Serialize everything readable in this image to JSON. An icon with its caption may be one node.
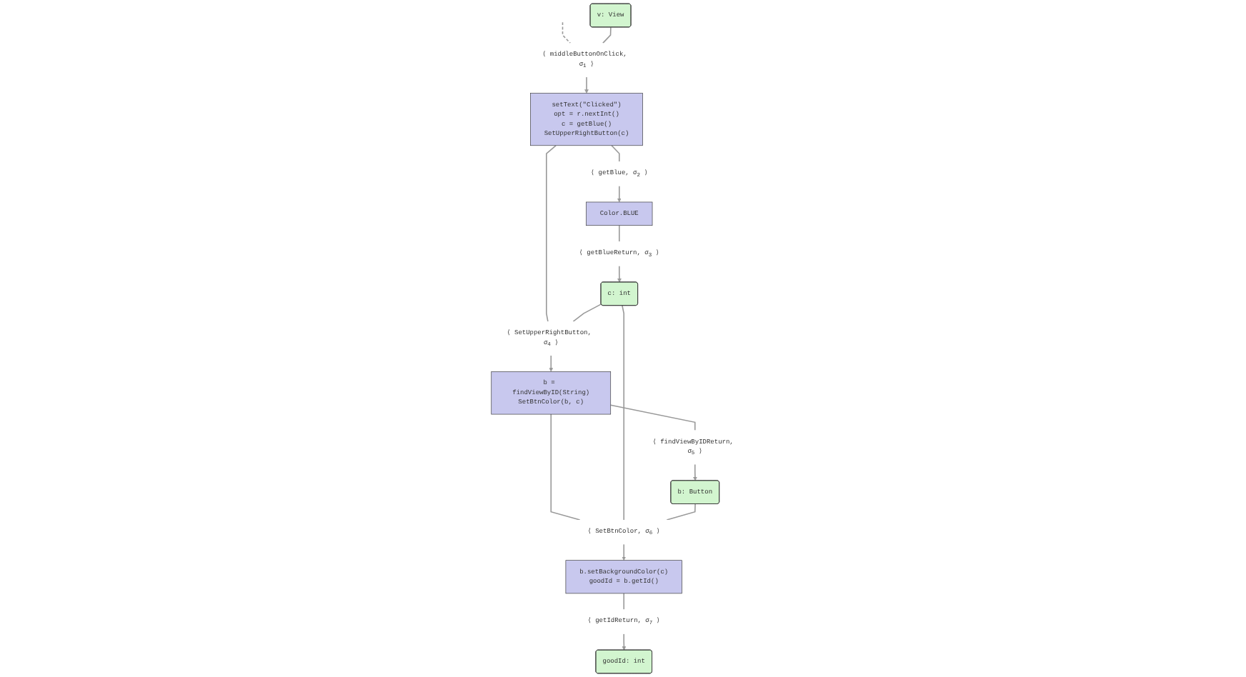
{
  "diagram": {
    "nodes": [
      {
        "text": [
          "v: View"
        ]
      },
      {
        "text": [
          "⟨ middleButtonOnClick, σ$_{1}$ ⟩"
        ]
      },
      {
        "text": [
          "setText(\"Clicked\")",
          "opt = r.nextInt()",
          "c = getBlue()",
          "SetUpperRightButton(c)"
        ]
      },
      {
        "text": [
          "⟨ getBlue, σ$_{2}$ ⟩"
        ]
      },
      {
        "text": [
          "Color.BLUE"
        ]
      },
      {
        "text": [
          "⟨ getBlueReturn, σ$_{3}$ ⟩"
        ]
      },
      {
        "text": [
          "c: int"
        ]
      },
      {
        "text": [
          "⟨ SetUpperRightButton, σ$_{4}$ ⟩"
        ]
      },
      {
        "text": [
          "b = findViewByID(String)",
          "SetBtnColor(b, c)"
        ]
      },
      {
        "text": [
          "⟨ findViewByIDReturn, σ$_{5}$ ⟩"
        ]
      },
      {
        "text": [
          "b: Button"
        ]
      },
      {
        "text": [
          "⟨ SetBtnColor, σ$_{6}$ ⟩"
        ]
      },
      {
        "text": [
          "b.setBackgroundColor(c)",
          "goodId = b.getId()"
        ]
      },
      {
        "text": [
          "⟨ getIdReturn, σ$_{7}$ ⟩"
        ]
      },
      {
        "text": [
          "goodId: int"
        ]
      }
    ],
    "edges": [
      {
        "from": null,
        "to": 1,
        "arrow": "none",
        "style": "dashed"
      },
      {
        "from": 0,
        "to": 1,
        "arrow": "none"
      },
      {
        "from": 1,
        "to": 2,
        "arrow": "to"
      },
      {
        "from": 2,
        "to": 3,
        "arrow": "none"
      },
      {
        "from": 3,
        "to": 4,
        "arrow": "to"
      },
      {
        "from": 4,
        "to": 5,
        "arrow": "none"
      },
      {
        "from": 5,
        "to": 6,
        "arrow": "to"
      },
      {
        "from": 2,
        "to": 7,
        "arrow": "none"
      },
      {
        "from": 6,
        "to": 7,
        "arrow": "none"
      },
      {
        "from": 7,
        "to": 8,
        "arrow": "to"
      },
      {
        "from": 8,
        "to": 9,
        "arrow": "none"
      },
      {
        "from": 9,
        "to": 10,
        "arrow": "to"
      },
      {
        "from": 8,
        "to": 11,
        "arrow": "none"
      },
      {
        "from": 6,
        "to": 11,
        "arrow": "none"
      },
      {
        "from": 10,
        "to": 11,
        "arrow": "none"
      },
      {
        "from": 11,
        "to": 12,
        "arrow": "to"
      },
      {
        "from": 12,
        "to": 13,
        "arrow": "none"
      },
      {
        "from": 13,
        "to": 14,
        "arrow": "to"
      }
    ]
  }
}
